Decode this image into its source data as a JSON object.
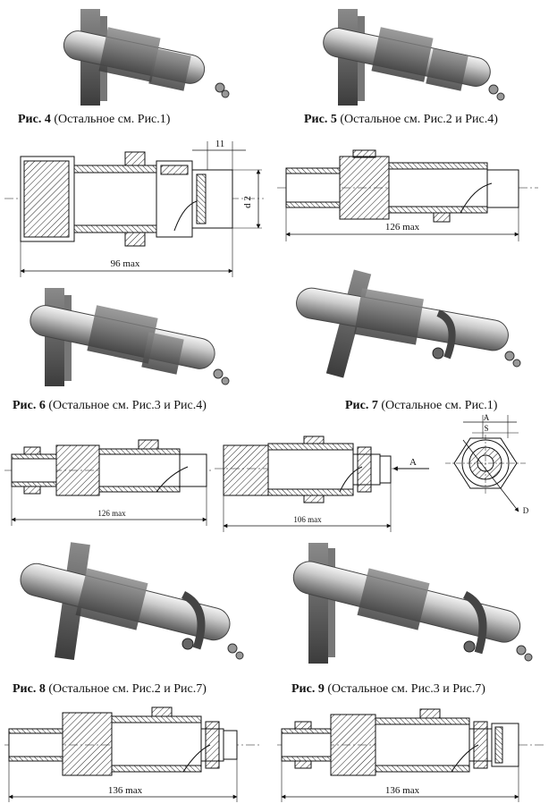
{
  "captions": {
    "fig4": {
      "label": "Рис. 4",
      "text": " (Остальное см. Рис.1)"
    },
    "fig5": {
      "label": "Рис. 5",
      "text": " (Остальное см. Рис.2 и Рис.4)"
    },
    "fig6": {
      "label": "Рис. 6",
      "text": " (Остальное см. Рис.3 и Рис.4)"
    },
    "fig7": {
      "label": "Рис. 7",
      "text": " (Остальное см. Рис.1)"
    },
    "fig8": {
      "label": "Рис. 8",
      "text": " (Остальное см. Рис.2 и Рис.7)"
    },
    "fig9": {
      "label": "Рис. 9",
      "text": " (Остальное см. Рис.3 и Рис.7)"
    }
  },
  "dimensions": {
    "fig4_length": "96 max",
    "fig4_top": "11",
    "fig4_d2": "d 2",
    "fig5_length": "126 max",
    "fig6_length": "126 max",
    "fig7_length": "106 max",
    "fig7_view": "A",
    "fig7_A": "A",
    "fig7_S": "S",
    "fig7_D": "D",
    "fig8_length": "136 max",
    "fig9_length": "136 max"
  }
}
